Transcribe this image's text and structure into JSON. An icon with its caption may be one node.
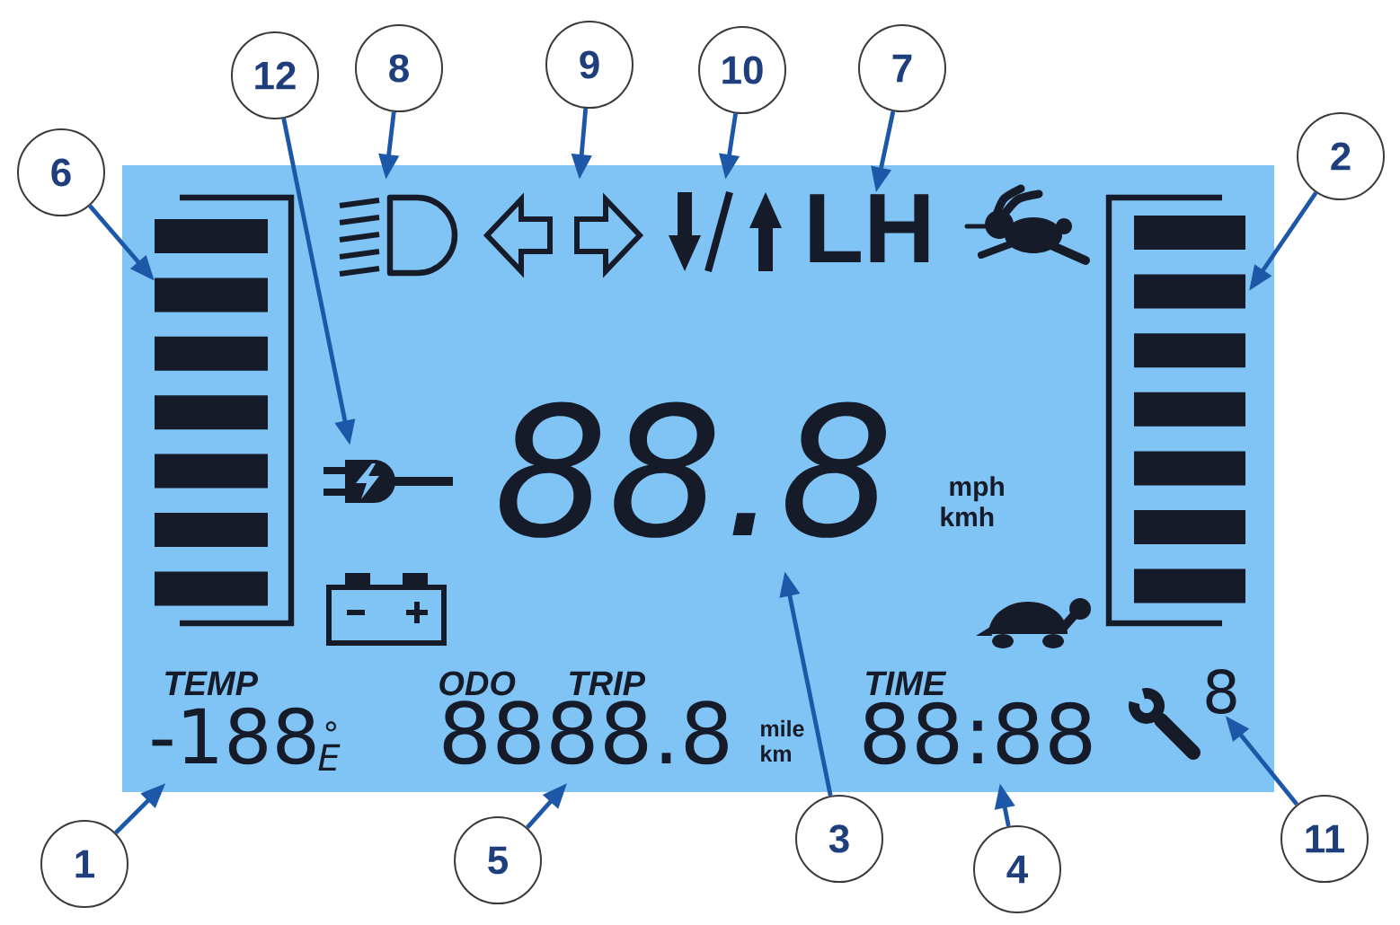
{
  "diagram": {
    "nodes": [
      {
        "text": [],
        "shape": "box"
      },
      {
        "text": [
          "1"
        ]
      },
      {
        "text": [
          "2"
        ]
      },
      {
        "text": [
          "3"
        ]
      },
      {
        "text": [
          "4"
        ]
      },
      {
        "text": [
          "5"
        ]
      },
      {
        "text": [
          "6"
        ]
      },
      {
        "text": [
          "7"
        ]
      },
      {
        "text": [
          "8"
        ]
      },
      {
        "text": [
          "9"
        ]
      },
      {
        "text": [
          "10"
        ]
      },
      {
        "text": [
          "11"
        ]
      },
      {
        "text": [
          "12"
        ]
      },
      {
        "text": [
          "TEMP",
          "-188",
          "°",
          "E"
        ],
        "in": 0
      },
      {
        "text": [],
        "shape": "bar",
        "in": 0
      },
      {
        "text": [
          "88.8",
          "mph",
          "kmh"
        ],
        "in": 0
      },
      {
        "text": [
          "TIME",
          "88:88"
        ],
        "in": 0
      },
      {
        "text": [
          "ODO",
          "TRIP",
          "8888.8",
          "mile",
          "km"
        ],
        "in": 0
      },
      {
        "text": [],
        "shape": "bar",
        "in": 0
      },
      {
        "text": [
          "LH"
        ],
        "in": 0
      },
      {
        "text": [],
        "shape": "picture",
        "in": 0
      },
      {
        "text": [],
        "shape": "picture",
        "in": 0
      },
      {
        "text": [],
        "shape": "picture",
        "in": 0
      },
      {
        "text": [
          "8"
        ],
        "in": 0
      },
      {
        "text": [],
        "shape": "picture",
        "in": 0
      }
    ],
    "edges": [
      {
        "from": 1,
        "to": 13,
        "arrow": "to"
      },
      {
        "from": 2,
        "to": 18,
        "arrow": "to"
      },
      {
        "from": 3,
        "to": 15,
        "arrow": "to"
      },
      {
        "from": 4,
        "to": 16,
        "arrow": "to"
      },
      {
        "from": 5,
        "to": 17,
        "arrow": "to"
      },
      {
        "from": 6,
        "to": 14,
        "arrow": "to"
      },
      {
        "from": 7,
        "to": 19,
        "arrow": "to"
      },
      {
        "from": 8,
        "to": 20,
        "arrow": "to"
      },
      {
        "from": 9,
        "to": 21,
        "arrow": "to"
      },
      {
        "from": 10,
        "to": 22,
        "arrow": "to"
      },
      {
        "from": 11,
        "to": 23,
        "arrow": "to"
      },
      {
        "from": 12,
        "to": 24,
        "arrow": "to"
      }
    ]
  }
}
